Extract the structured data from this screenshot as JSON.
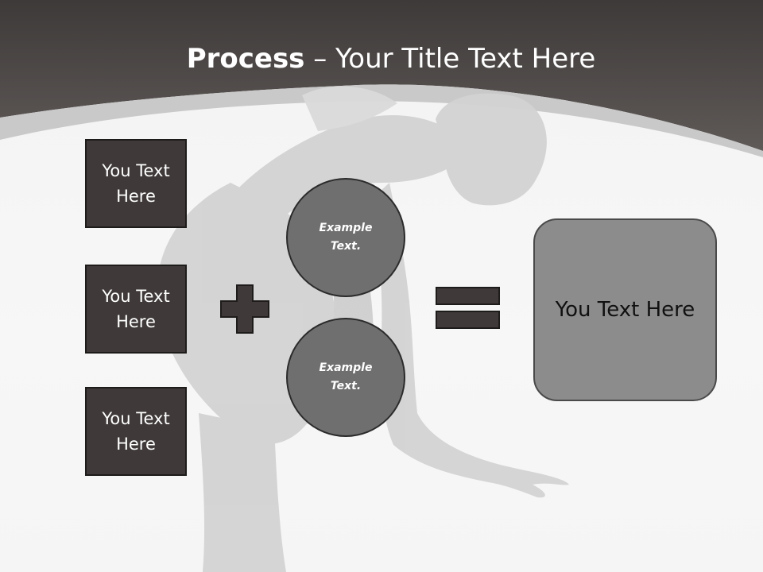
{
  "slide": {
    "title_bold": "Process",
    "title_rest": " – Your Title Text Here",
    "boxes": [
      {
        "label": "You Text Here"
      },
      {
        "label": "You Text Here"
      },
      {
        "label": "You Text Here"
      }
    ],
    "circles": [
      {
        "label": "Example Text."
      },
      {
        "label": "Example Text."
      }
    ],
    "result": {
      "label": "You Text Here"
    },
    "operators": {
      "plus": "plus",
      "equals": "equals"
    }
  },
  "colors": {
    "header_band": "#4a4544",
    "box_fill": "#3f3a39",
    "circle_fill": "#6f6f6f",
    "result_fill": "#8c8c8c",
    "silhouette": "#d2d2d2"
  }
}
